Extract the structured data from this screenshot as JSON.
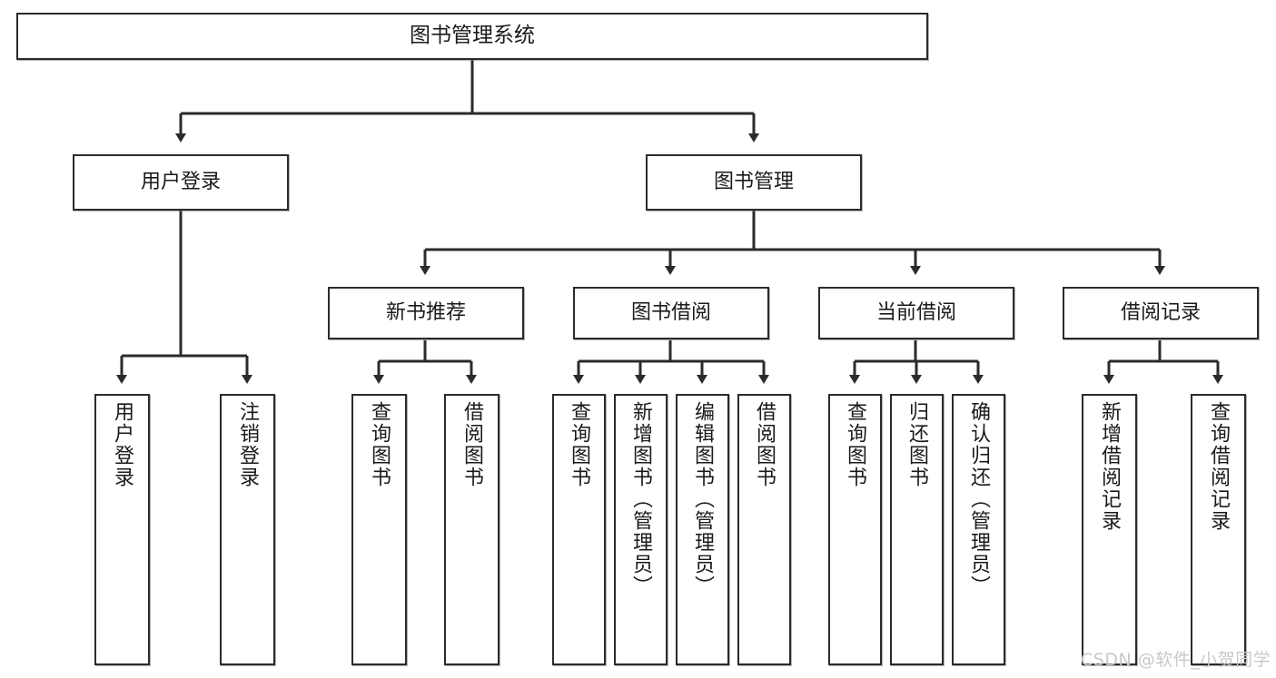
{
  "diagram": {
    "title": "图书管理系统",
    "type": "tree-hierarchy-diagram",
    "watermark": "CSDN @软件_小贺同学",
    "colors": {
      "box_border": "#2b2b2b",
      "box_fill": "#ffffff",
      "connector": "#2b2b2b",
      "text": "#1a1a1a",
      "watermark": "#c9c9c9",
      "background": "#ffffff"
    },
    "root": {
      "label": "图书管理系统"
    },
    "level2": [
      {
        "label": "用户登录"
      },
      {
        "label": "图书管理"
      }
    ],
    "level3": [
      {
        "label": "新书推荐"
      },
      {
        "label": "图书借阅"
      },
      {
        "label": "当前借阅"
      },
      {
        "label": "借阅记录"
      }
    ],
    "leaves": {
      "user_login": [
        {
          "label": "用户登录"
        },
        {
          "label": "注销登录"
        }
      ],
      "new_book_recommend": [
        {
          "label": "查询图书"
        },
        {
          "label": "借阅图书"
        }
      ],
      "book_borrow": [
        {
          "label": "查询图书"
        },
        {
          "label": "新增图书（管理员）"
        },
        {
          "label": "编辑图书（管理员）"
        },
        {
          "label": "借阅图书"
        }
      ],
      "current_borrow": [
        {
          "label": "查询图书"
        },
        {
          "label": "归还图书"
        },
        {
          "label": "确认归还（管理员）"
        }
      ],
      "borrow_record": [
        {
          "label": "新增借阅记录"
        },
        {
          "label": "查询借阅记录"
        }
      ]
    }
  }
}
